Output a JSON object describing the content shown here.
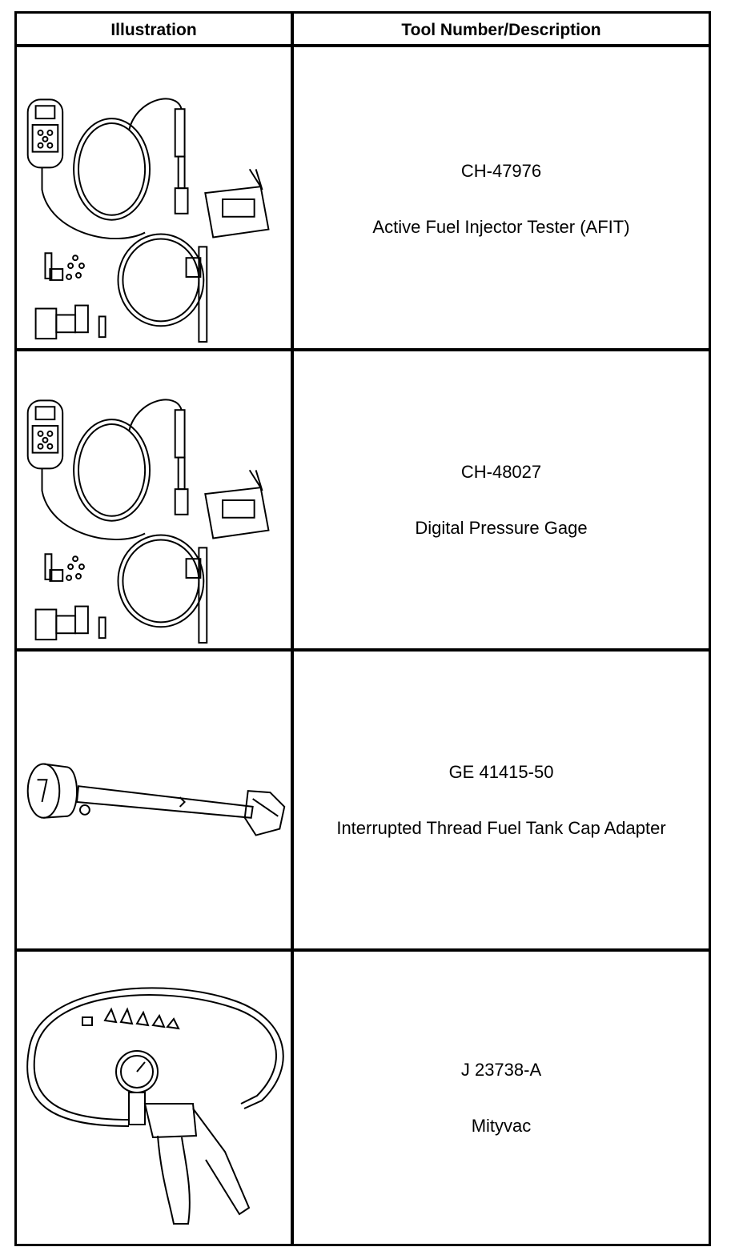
{
  "table": {
    "header": {
      "illustration": "Illustration",
      "tool": "Tool Number/Description"
    },
    "rows": [
      {
        "number": "CH-47976",
        "description": "Active Fuel Injector Tester (AFIT)",
        "icon": "fuel-injector-tester-kit"
      },
      {
        "number": "CH-48027",
        "description": "Digital Pressure Gage",
        "icon": "digital-pressure-gage-kit"
      },
      {
        "number": "GE 41415-50",
        "description": "Interrupted Thread Fuel Tank Cap Adapter",
        "icon": "fuel-tank-cap-adapter"
      },
      {
        "number": "J 23738-A",
        "description": "Mityvac",
        "icon": "mityvac-vacuum-pump"
      }
    ]
  }
}
